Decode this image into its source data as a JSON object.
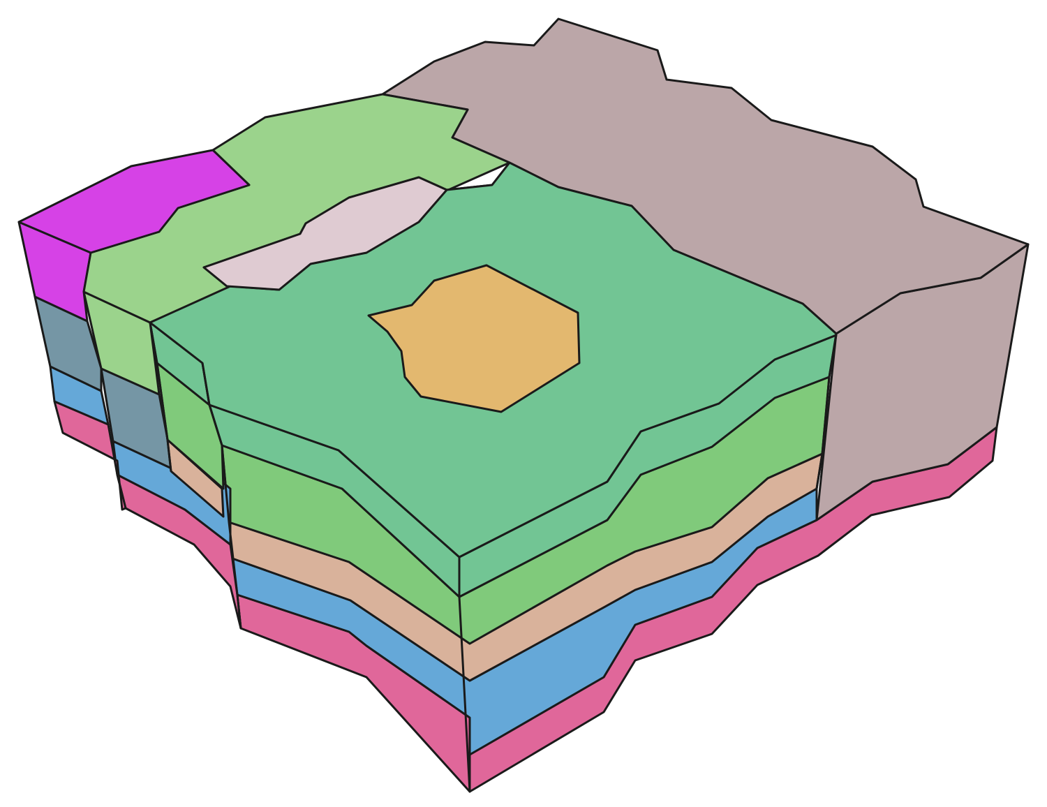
{
  "colors": {
    "magenta_unit": "#d642e6",
    "light_green_unit": "#9bd38c",
    "pale_pink_unit": "#dfcbd2",
    "brown_gray_unit": "#bba6a8",
    "main_green_unit": "#72c594",
    "orange_unit": "#e3b86f",
    "gray_blue_layer": "#7596a5",
    "green_layer": "#80ca7b",
    "tan_layer": "#d9b29b",
    "blue_layer": "#65a8d8",
    "pink_layer": "#e0679a",
    "outline": "#1a1a1a",
    "background": "#ffffff"
  },
  "layers_visible_top_to_bottom": [
    "main_green_unit",
    "green_layer",
    "tan_layer",
    "blue_layer",
    "pink_layer"
  ],
  "surface_units": [
    "magenta_unit",
    "light_green_unit",
    "pale_pink_unit",
    "brown_gray_unit",
    "main_green_unit",
    "orange_unit"
  ]
}
